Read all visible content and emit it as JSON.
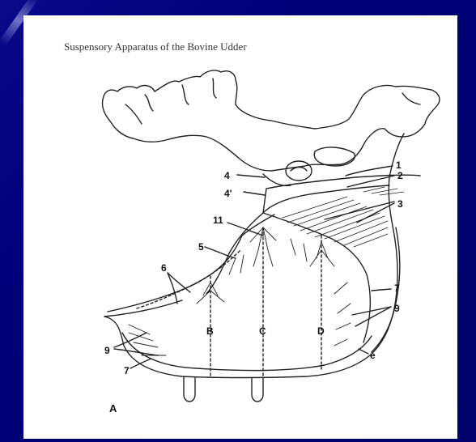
{
  "title": "Suspensory Apparatus of the Bovine Udder",
  "figure_label": "A",
  "labels": {
    "l1": "1",
    "l2": "2",
    "l3": "3",
    "l4": "4",
    "l4p": "4'",
    "l5": "5",
    "l6": "6",
    "l7_right": "7",
    "l7_left": "7",
    "l9_right": "9",
    "l9_left": "9",
    "l11": "11",
    "lB": "B",
    "lC": "C",
    "lD": "D",
    "le": "e"
  }
}
